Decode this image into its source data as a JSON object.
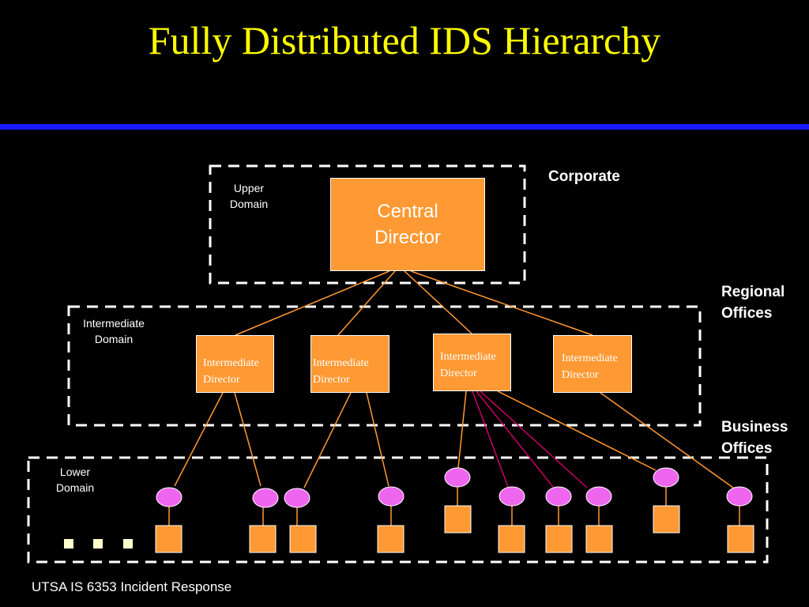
{
  "slide": {
    "title": "Fully Distributed IDS Hierarchy",
    "footer": "UTSA IS 6353 Incident Response",
    "colors": {
      "background": "#000000",
      "title": "#ffff00",
      "rule": "#1a1aff",
      "node_fill": "#ff9933",
      "agent_fill": "#ee66ee",
      "connector": "#ff9933",
      "highlight_connector": "#cc0066"
    }
  },
  "levels": {
    "corporate": "Corporate",
    "regional": "Regional Offices",
    "business": "Business Offices"
  },
  "domains": {
    "upper": "Upper Domain",
    "intermediate": "Intermediate Domain",
    "lower": "Lower Domain"
  },
  "central_director": "Central Director",
  "intermediate_directors": [
    "Intermediate Director",
    "Intermediate Director",
    "Intermediate Director",
    "Intermediate Director"
  ],
  "agent_count": 10,
  "ellipsis_marker_count": 3
}
